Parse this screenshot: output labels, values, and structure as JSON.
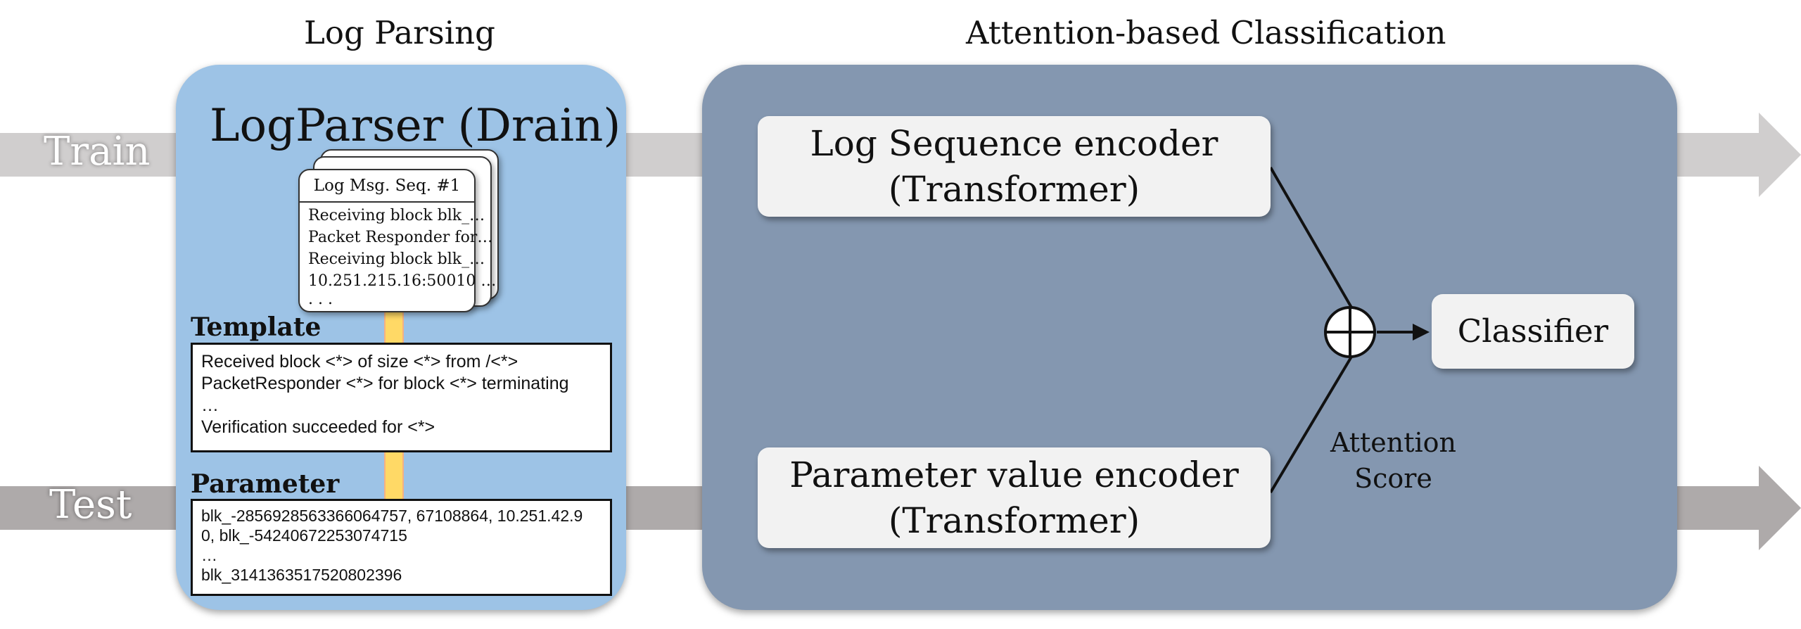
{
  "sections": {
    "parsing_title": "Log Parsing",
    "classification_title": "Attention-based Classification"
  },
  "pipelines": {
    "train_label": "Train",
    "test_label": "Test"
  },
  "parser": {
    "title": "LogParser (Drain)",
    "card": {
      "header": "Log Msg. Seq. #1",
      "lines": [
        "Receiving block blk_…",
        "Packet Responder for…",
        "Receiving block blk_…",
        "10.251.215.16:50010 …",
        ". . ."
      ]
    },
    "template": {
      "label": "Template",
      "lines": [
        "Received block <*> of size <*> from /<*>",
        "PacketResponder <*> for block <*> terminating",
        "…",
        "Verification succeeded for <*>"
      ]
    },
    "parameter": {
      "label": "Parameter",
      "lines": [
        "blk_-2856928563366064757, 67108864, 10.251.42.9",
        "0, blk_-54240672253074715",
        "…",
        "blk_3141363517520802396"
      ]
    }
  },
  "classification": {
    "log_encoder": {
      "line1": "Log Sequence encoder",
      "line2": "(Transformer)"
    },
    "param_encoder": {
      "line1": "Parameter value encoder",
      "line2": "(Transformer)"
    },
    "classifier": "Classifier",
    "attention": {
      "line1": "Attention",
      "line2": "Score"
    }
  },
  "colors": {
    "parse_panel": "#9dc3e6",
    "class_panel": "#8497b0",
    "train_arrow": "#d0cece",
    "test_arrow": "#aeaaaa",
    "yellow_arrow": "#ffd966"
  }
}
